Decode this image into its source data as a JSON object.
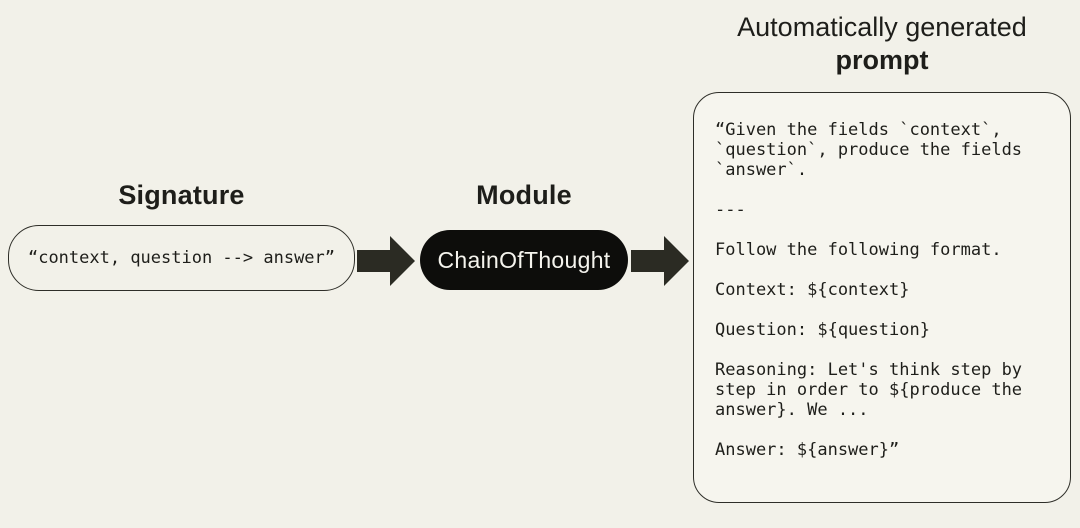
{
  "colors": {
    "page_bg": "#f2f1e9",
    "panel_bg": "#f6f5ee",
    "ink": "#1e1e1a",
    "pill_bg": "#0d0d0b",
    "pill_text": "#f5f4ee",
    "arrow": "#2b2b23",
    "border": "#2e2e28"
  },
  "signature": {
    "heading": "Signature",
    "value": "“context, question --> answer”"
  },
  "module": {
    "heading": "Module",
    "name": "ChainOfThought"
  },
  "prompt": {
    "heading_line1": "Automatically generated",
    "heading_line2": "prompt",
    "body": "“Given the fields `context`,\n`question`, produce the fields\n`answer`.\n\n---\n\nFollow the following format.\n\nContext: ${context}\n\nQuestion: ${question}\n\nReasoning: Let's think step by\nstep in order to ${produce the\nanswer}. We ...\n\nAnswer: ${answer}”"
  }
}
